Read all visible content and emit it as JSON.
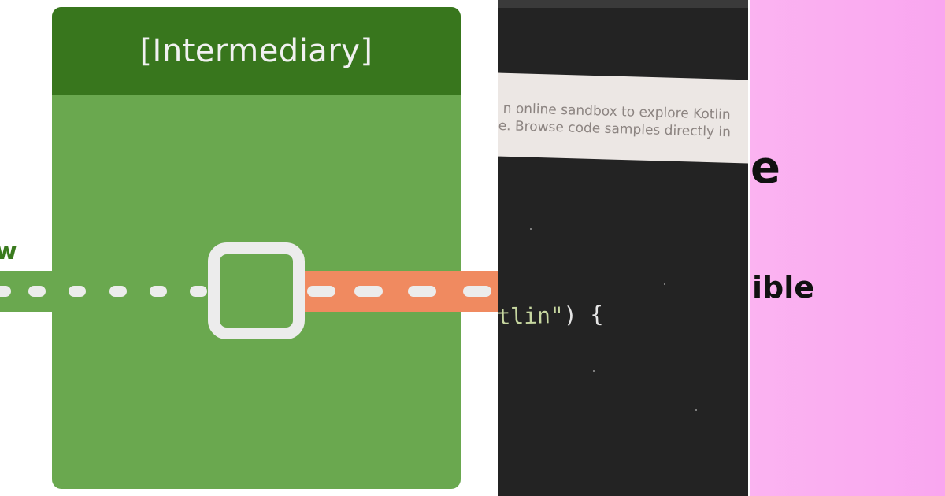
{
  "diagram": {
    "node_title": "[Intermediary]",
    "edge_label_fragment": "w",
    "colors": {
      "node_body": "#6aa84f",
      "node_header": "#38761d",
      "incoming_flow": "#6aa84f",
      "outgoing_flow": "#f08a60",
      "port": "#ececec"
    },
    "icons": [
      "port-icon"
    ]
  },
  "photo": {
    "banner_line_1": "n online sandbox to explore Kotlin",
    "banner_line_2": "e. Browse code samples directly in",
    "code_string": "tlin\"",
    "code_rest": ") {"
  },
  "pink_panel": {
    "fragment_1": "e",
    "fragment_2": "ible",
    "background": "#fbb3f1"
  }
}
